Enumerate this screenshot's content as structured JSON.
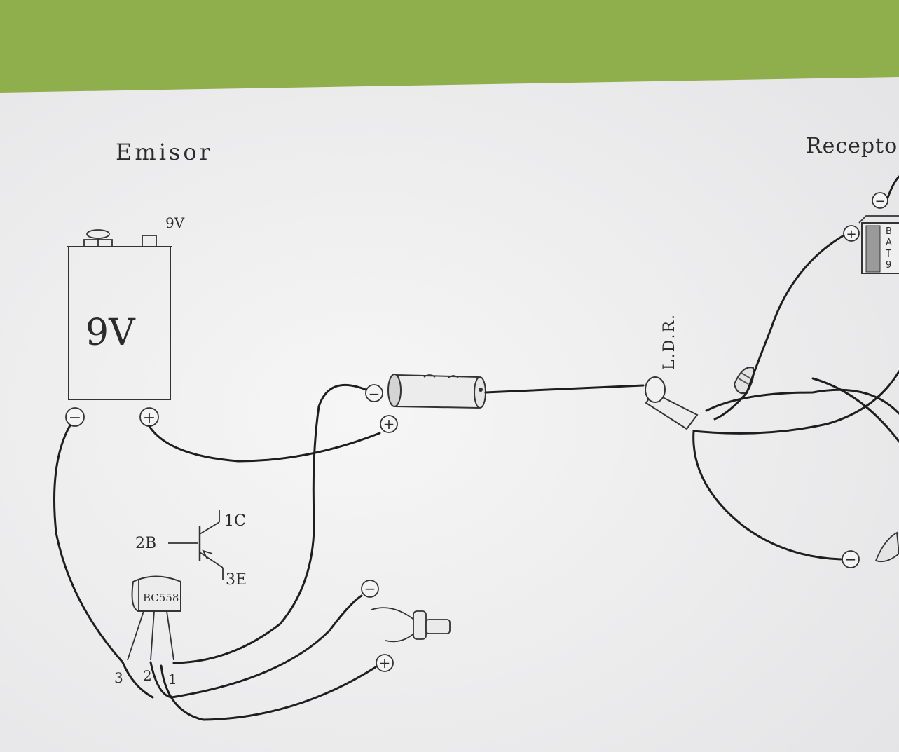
{
  "sections": {
    "emitter_title": "Emisor",
    "receiver_title": "Recepto"
  },
  "battery": {
    "label": "9V",
    "side_label": "9V"
  },
  "transistor": {
    "case_label": "BC558",
    "symbol": {
      "base": "2B",
      "collector": "1C",
      "emitter": "3E"
    },
    "pins": [
      "3",
      "2",
      "1"
    ]
  },
  "ldr": {
    "label": "L.D.R."
  },
  "receiver_battery": {
    "label_letters": [
      "B",
      "A",
      "T",
      "9"
    ]
  },
  "terminals": {
    "minus": "−",
    "plus": "+"
  },
  "colors": {
    "paper": "#f4f4f4",
    "background": "#8fae4c",
    "ink": "#1e1e1e"
  }
}
